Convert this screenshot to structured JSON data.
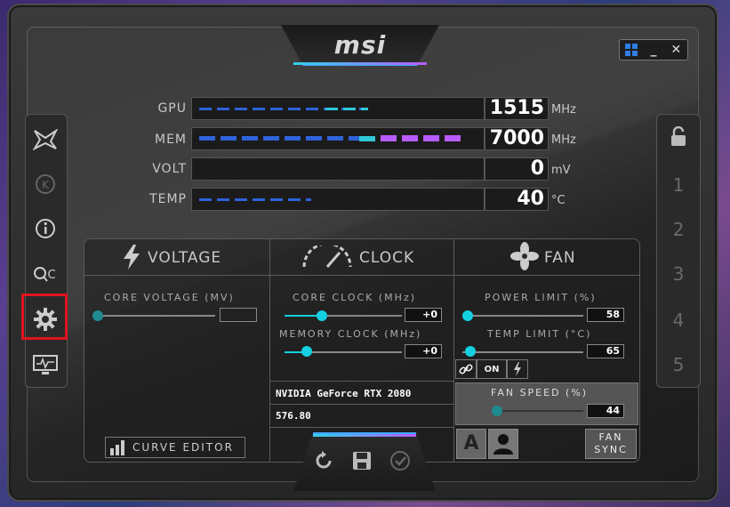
{
  "app": {
    "logo_text": "msi"
  },
  "window_controls": {
    "minimize": "_",
    "close": "✕"
  },
  "monitor": {
    "rows": [
      {
        "label": "GPU",
        "value": "1515",
        "unit": "MHz"
      },
      {
        "label": "MEM",
        "value": "7000",
        "unit": "MHz"
      },
      {
        "label": "VOLT",
        "value": "0",
        "unit": "mV"
      },
      {
        "label": "TEMP",
        "value": "40",
        "unit": "°C"
      }
    ]
  },
  "profiles": [
    "1",
    "2",
    "3",
    "4",
    "5"
  ],
  "voltage": {
    "title": "VOLTAGE",
    "core_voltage_label": "CORE VOLTAGE  (MV)",
    "core_voltage_value": "",
    "curve_editor_label": "CURVE EDITOR"
  },
  "clock": {
    "title": "CLOCK",
    "core_clock_label": "CORE CLOCK (MHz)",
    "core_clock_value": "+0",
    "memory_clock_label": "MEMORY CLOCK (MHz)",
    "memory_clock_value": "+0",
    "gpu_name": "NVIDIA GeForce RTX 2080",
    "driver_version": "576.80"
  },
  "fan": {
    "title": "FAN",
    "power_limit_label": "POWER LIMIT (%)",
    "power_limit_value": "58",
    "temp_limit_label": "TEMP LIMIT (°C)",
    "temp_limit_value": "65",
    "link_state": "ON",
    "fan_speed_label": "FAN SPEED (%)",
    "fan_speed_value": "44",
    "auto_label": "A",
    "fan_sync_label": "FAN SYNC"
  },
  "colors": {
    "accent_cyan": "#15d0e0",
    "accent_purple": "#b85cff",
    "highlight_red": "#e0141e"
  }
}
